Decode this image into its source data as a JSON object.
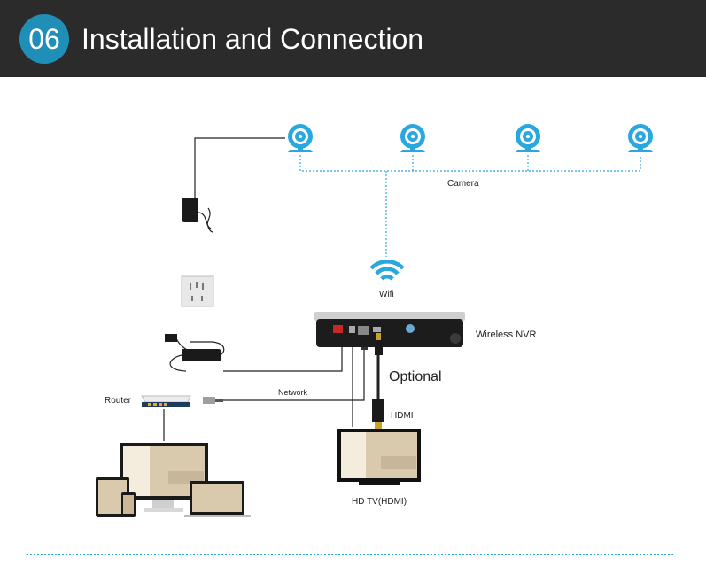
{
  "header": {
    "badge": "06",
    "title": "Installation and Connection"
  },
  "diagram": {
    "camera_label": "Camera",
    "wifi_label": "Wifi",
    "nvr_label": "Wireless NVR",
    "router_label": "Router",
    "network_label": "Network",
    "optional_label": "Optional",
    "hdmi_label": "HDMI",
    "tv_label": "HD TV(HDMI)"
  },
  "colors": {
    "header_bg": "#2b2b2b",
    "accent": "#1f8fb8",
    "camera_blue": "#29a8e0",
    "line": "#222222"
  }
}
